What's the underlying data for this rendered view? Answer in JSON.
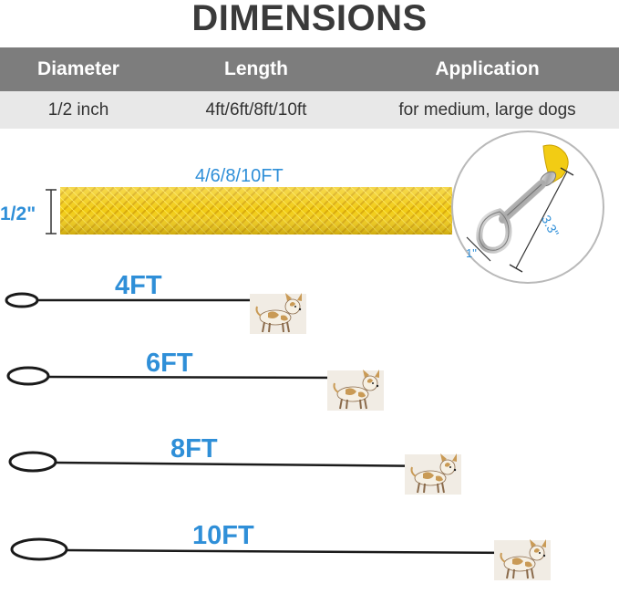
{
  "title": "DIMENSIONS",
  "table": {
    "headers": [
      "Diameter",
      "Length",
      "Application"
    ],
    "values": [
      "1/2 inch",
      "4ft/6ft/8ft/10ft",
      "for medium, large dogs"
    ]
  },
  "rope": {
    "length_label": "4/6/8/10FT",
    "diameter_label": "1/2\""
  },
  "clip": {
    "length_label": "3.3\"",
    "width_label": "1\""
  },
  "leashes": [
    {
      "label": "4FT"
    },
    {
      "label": "6FT"
    },
    {
      "label": "8FT"
    },
    {
      "label": "10FT"
    }
  ],
  "colors": {
    "accent_blue": "#2f8fd8",
    "header_gray": "#7d7d7d",
    "row_gray": "#e8e8e8",
    "rope_yellow": "#f2cc14"
  }
}
